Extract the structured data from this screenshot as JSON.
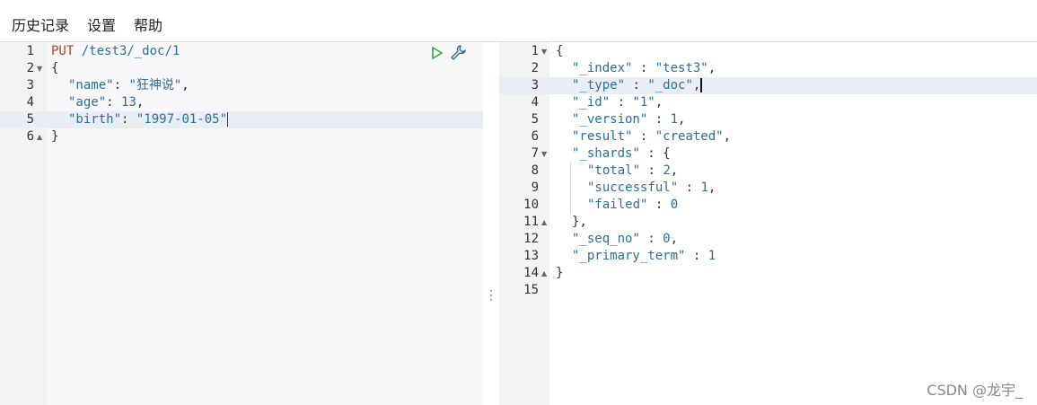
{
  "menu": {
    "history": "历史记录",
    "settings": "设置",
    "help": "帮助"
  },
  "request": {
    "lines": [
      {
        "n": "1",
        "method": "PUT",
        "path": " /test3/_doc/1"
      },
      {
        "n": "2",
        "text": "{"
      },
      {
        "n": "3",
        "key": "\"name\"",
        "sep": ": ",
        "val": "\"狂神说\"",
        "end": ","
      },
      {
        "n": "4",
        "key": "\"age\"",
        "sep": ": ",
        "val": "13",
        "end": ","
      },
      {
        "n": "5",
        "key": "\"birth\"",
        "sep": ": ",
        "val": "\"1997-01-05\"",
        "end": ""
      },
      {
        "n": "6",
        "text": "}"
      }
    ]
  },
  "response": {
    "lines": [
      {
        "n": "1",
        "text": "{"
      },
      {
        "n": "2",
        "key": "\"_index\"",
        "val": "\"test3\"",
        "end": ","
      },
      {
        "n": "3",
        "key": "\"_type\"",
        "val": "\"_doc\"",
        "end": ","
      },
      {
        "n": "4",
        "key": "\"_id\"",
        "val": "\"1\"",
        "end": ","
      },
      {
        "n": "5",
        "key": "\"_version\"",
        "val": "1",
        "end": ","
      },
      {
        "n": "6",
        "key": "\"result\"",
        "val": "\"created\"",
        "end": ","
      },
      {
        "n": "7",
        "key": "\"_shards\"",
        "val": "{",
        "end": ""
      },
      {
        "n": "8",
        "key": "\"total\"",
        "val": "2",
        "end": ","
      },
      {
        "n": "9",
        "key": "\"successful\"",
        "val": "1",
        "end": ","
      },
      {
        "n": "10",
        "key": "\"failed\"",
        "val": "0",
        "end": ""
      },
      {
        "n": "11",
        "text": "},"
      },
      {
        "n": "12",
        "key": "\"_seq_no\"",
        "val": "0",
        "end": ","
      },
      {
        "n": "13",
        "key": "\"_primary_term\"",
        "val": "1",
        "end": ""
      },
      {
        "n": "14",
        "text": "}"
      },
      {
        "n": "15",
        "text": ""
      }
    ]
  },
  "watermark": "CSDN @龙宇_",
  "icons": {
    "run": "play-icon",
    "settings": "wrench-icon",
    "resize": "vertical-dots-icon"
  }
}
